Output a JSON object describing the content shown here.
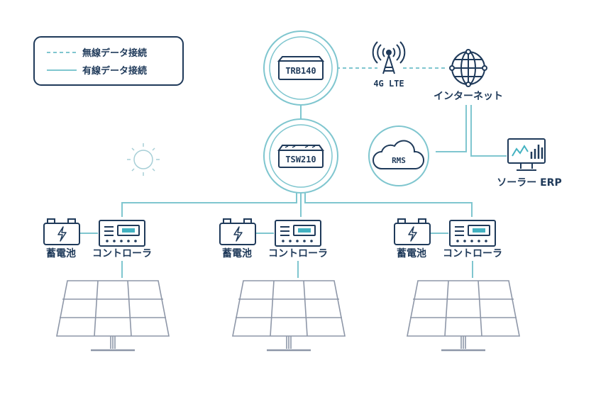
{
  "legend": {
    "wireless": "無線データ接続",
    "wired": "有線データ接続"
  },
  "devices": {
    "router": "TRB140",
    "switch": "TSW210",
    "tower": "4G LTE",
    "internet": "インターネット",
    "cloud": "RMS",
    "erp": "ソーラー ERP"
  },
  "sites": [
    {
      "battery": "蓄電池",
      "controller": "コントローラ"
    },
    {
      "battery": "蓄電池",
      "controller": "コントローラ"
    },
    {
      "battery": "蓄電池",
      "controller": "コントローラ"
    }
  ],
  "icons": [
    "sun-icon",
    "router-icon",
    "switch-icon",
    "cell-tower-icon",
    "globe-icon",
    "cloud-icon",
    "monitor-chart-icon",
    "battery-icon",
    "controller-icon",
    "solar-panel-icon"
  ],
  "colors": {
    "line": "#7fc6cf",
    "stroke": "#1f3a5a",
    "accent": "#43b2c1",
    "panel": "#8e97a8"
  }
}
